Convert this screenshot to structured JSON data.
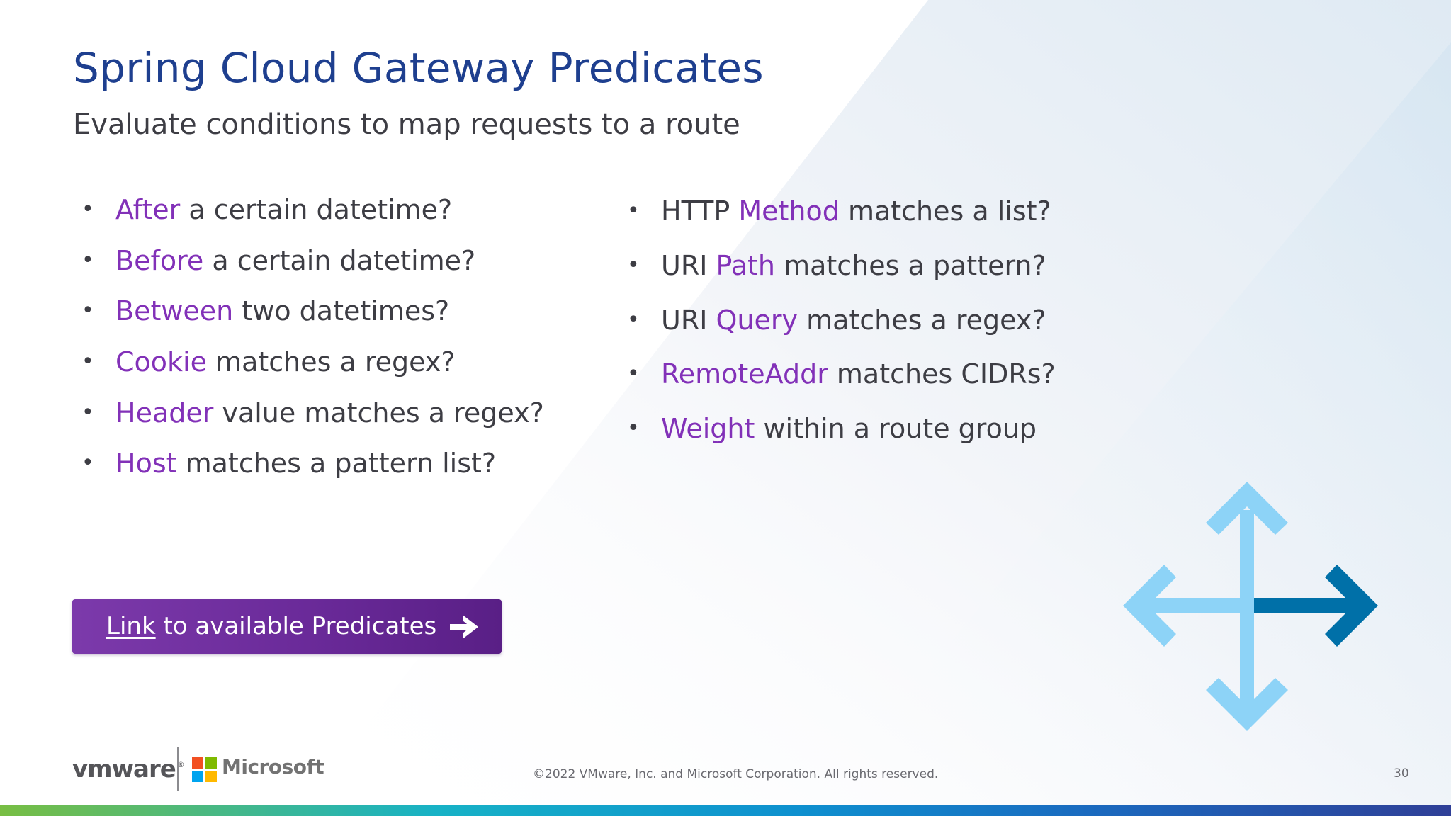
{
  "slide": {
    "title": "Spring Cloud Gateway Predicates",
    "subtitle": "Evaluate conditions to map requests to a route",
    "bullet_glyph": "•",
    "left_items": [
      {
        "pre": "",
        "kw": "After",
        "post": " a certain datetime?"
      },
      {
        "pre": "",
        "kw": "Before",
        "post": " a certain datetime?"
      },
      {
        "pre": "",
        "kw": "Between",
        "post": " two datetimes?"
      },
      {
        "pre": "",
        "kw": "Cookie",
        "post": " matches a regex?"
      },
      {
        "pre": "",
        "kw": "Header",
        "post": " value matches a regex?"
      },
      {
        "pre": "",
        "kw": "Host",
        "post": " matches a pattern list?"
      }
    ],
    "right_items": [
      {
        "pre": "HTTP ",
        "kw": "Method",
        "post": " matches a list?"
      },
      {
        "pre": "URI ",
        "kw": "Path",
        "post": " matches a pattern?"
      },
      {
        "pre": "URI ",
        "kw": "Query",
        "post": " matches a regex?"
      },
      {
        "pre": "",
        "kw": "RemoteAddr",
        "post": " matches CIDRs?"
      },
      {
        "pre": "",
        "kw": "Weight",
        "post": " within a route group"
      }
    ],
    "link_button": {
      "link_word": "Link",
      "rest": " to available Predicates",
      "icon": "arrow-right-icon"
    },
    "decoration_icon": "four-way-arrows-icon"
  },
  "footer": {
    "vmware_logo": "vmware",
    "vmware_mark": "®",
    "microsoft_logo": "Microsoft",
    "copyright": "©2022 VMware, Inc. and Microsoft Corporation. All rights reserved.",
    "page_number": "30"
  },
  "colors": {
    "title": "#1e3f8f",
    "keyword": "#8231b8",
    "body_text": "#3d3d44",
    "button": "#6a2a99",
    "arrow_light": "#8dd3f7",
    "arrow_dark": "#0070a8"
  }
}
